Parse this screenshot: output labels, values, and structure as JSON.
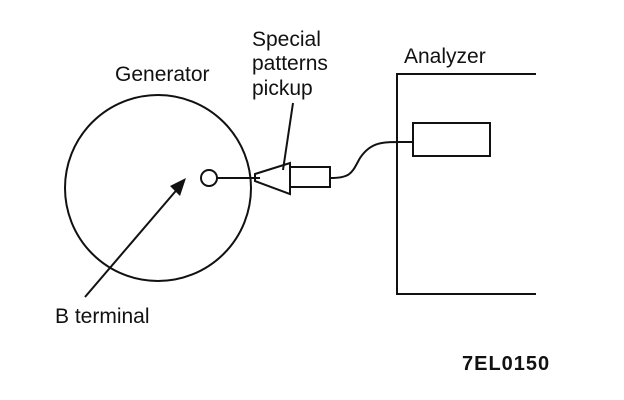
{
  "diagram": {
    "labels": {
      "generator": "Generator",
      "pickup_line1": "Special",
      "pickup_line2": "patterns",
      "pickup_line3": "pickup",
      "analyzer": "Analyzer",
      "b_terminal": "B terminal"
    },
    "figure_code": "7EL0150"
  }
}
